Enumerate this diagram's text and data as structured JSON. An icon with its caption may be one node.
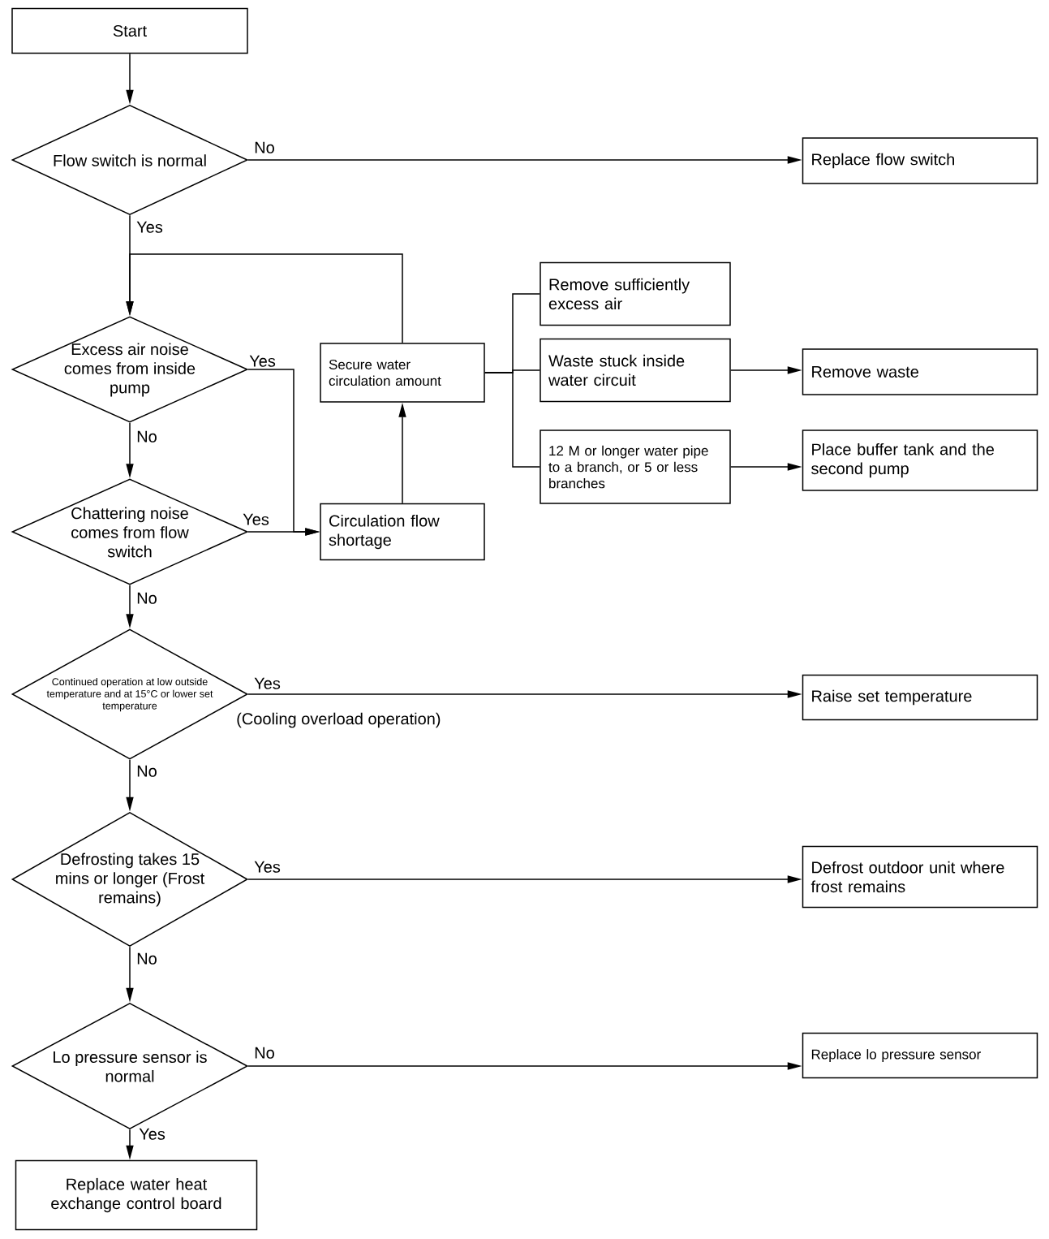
{
  "diagram": {
    "nodes": [
      {
        "text": [
          "Start"
        ]
      },
      {
        "text": [
          "Flow switch is normal"
        ]
      },
      {
        "text": [
          "Replace flow switch"
        ]
      },
      {
        "text": [
          "Excess air noise comes from inside pump"
        ]
      },
      {
        "text": [
          "Chattering noise comes from flow switch"
        ]
      },
      {
        "text": [
          "Circulation flow shortage"
        ]
      },
      {
        "text": [
          "Secure water circulation amount"
        ]
      },
      {
        "text": [
          "Remove sufficiently excess air"
        ]
      },
      {
        "text": [
          "Waste stuck inside water circuit"
        ]
      },
      {
        "text": [
          "12 M or longer water pipe to a branch, or 5 or less branches"
        ]
      },
      {
        "text": [
          "Remove waste"
        ]
      },
      {
        "text": [
          "Place buffer tank and the second pump"
        ]
      },
      {
        "text": [
          "Continued operation at low outside temperature and at 15°C or lower set temperature"
        ]
      },
      {
        "text": [
          "Raise set temperature"
        ]
      },
      {
        "text": [
          "Defrosting takes 15 mins or longer (Frost remains)"
        ]
      },
      {
        "text": [
          "Defrost outdoor unit where frost remains"
        ]
      },
      {
        "text": [
          "Lo pressure sensor is normal"
        ]
      },
      {
        "text": [
          "Replace lo pressure sensor"
        ]
      },
      {
        "text": [
          "Replace water heat exchange control board"
        ]
      }
    ],
    "edges": [
      {
        "from": 0,
        "to": 1,
        "arrow": "to"
      },
      {
        "from": 1,
        "to": 2,
        "arrow": "to",
        "label": "No"
      },
      {
        "from": 1,
        "to": 3,
        "arrow": "to",
        "label": "Yes"
      },
      {
        "from": 3,
        "to": 4,
        "arrow": "to",
        "label": "No"
      },
      {
        "from": 3,
        "to": 5,
        "arrow": "to",
        "label": "Yes"
      },
      {
        "from": 4,
        "to": 5,
        "arrow": "to",
        "label": "Yes"
      },
      {
        "from": 5,
        "to": 6,
        "arrow": "to"
      },
      {
        "from": 6,
        "to": 3,
        "arrow": "to"
      },
      {
        "from": 6,
        "to": 7,
        "arrow": "none"
      },
      {
        "from": 6,
        "to": 8,
        "arrow": "none"
      },
      {
        "from": 6,
        "to": 9,
        "arrow": "none"
      },
      {
        "from": 8,
        "to": 10,
        "arrow": "to"
      },
      {
        "from": 9,
        "to": 11,
        "arrow": "to"
      },
      {
        "from": 4,
        "to": 12,
        "arrow": "to",
        "label": "No"
      },
      {
        "from": 12,
        "to": 13,
        "arrow": "to",
        "label": "Yes"
      },
      {
        "from": 12,
        "to": 14,
        "arrow": "to",
        "label": "No"
      },
      {
        "from": 14,
        "to": 15,
        "arrow": "to",
        "label": "Yes"
      },
      {
        "from": 14,
        "to": 16,
        "arrow": "to",
        "label": "No"
      },
      {
        "from": 16,
        "to": 17,
        "arrow": "to",
        "label": "No"
      },
      {
        "from": 16,
        "to": 18,
        "arrow": "to",
        "label": "Yes"
      }
    ],
    "labels": [
      "(Cooling overload operation)"
    ]
  }
}
